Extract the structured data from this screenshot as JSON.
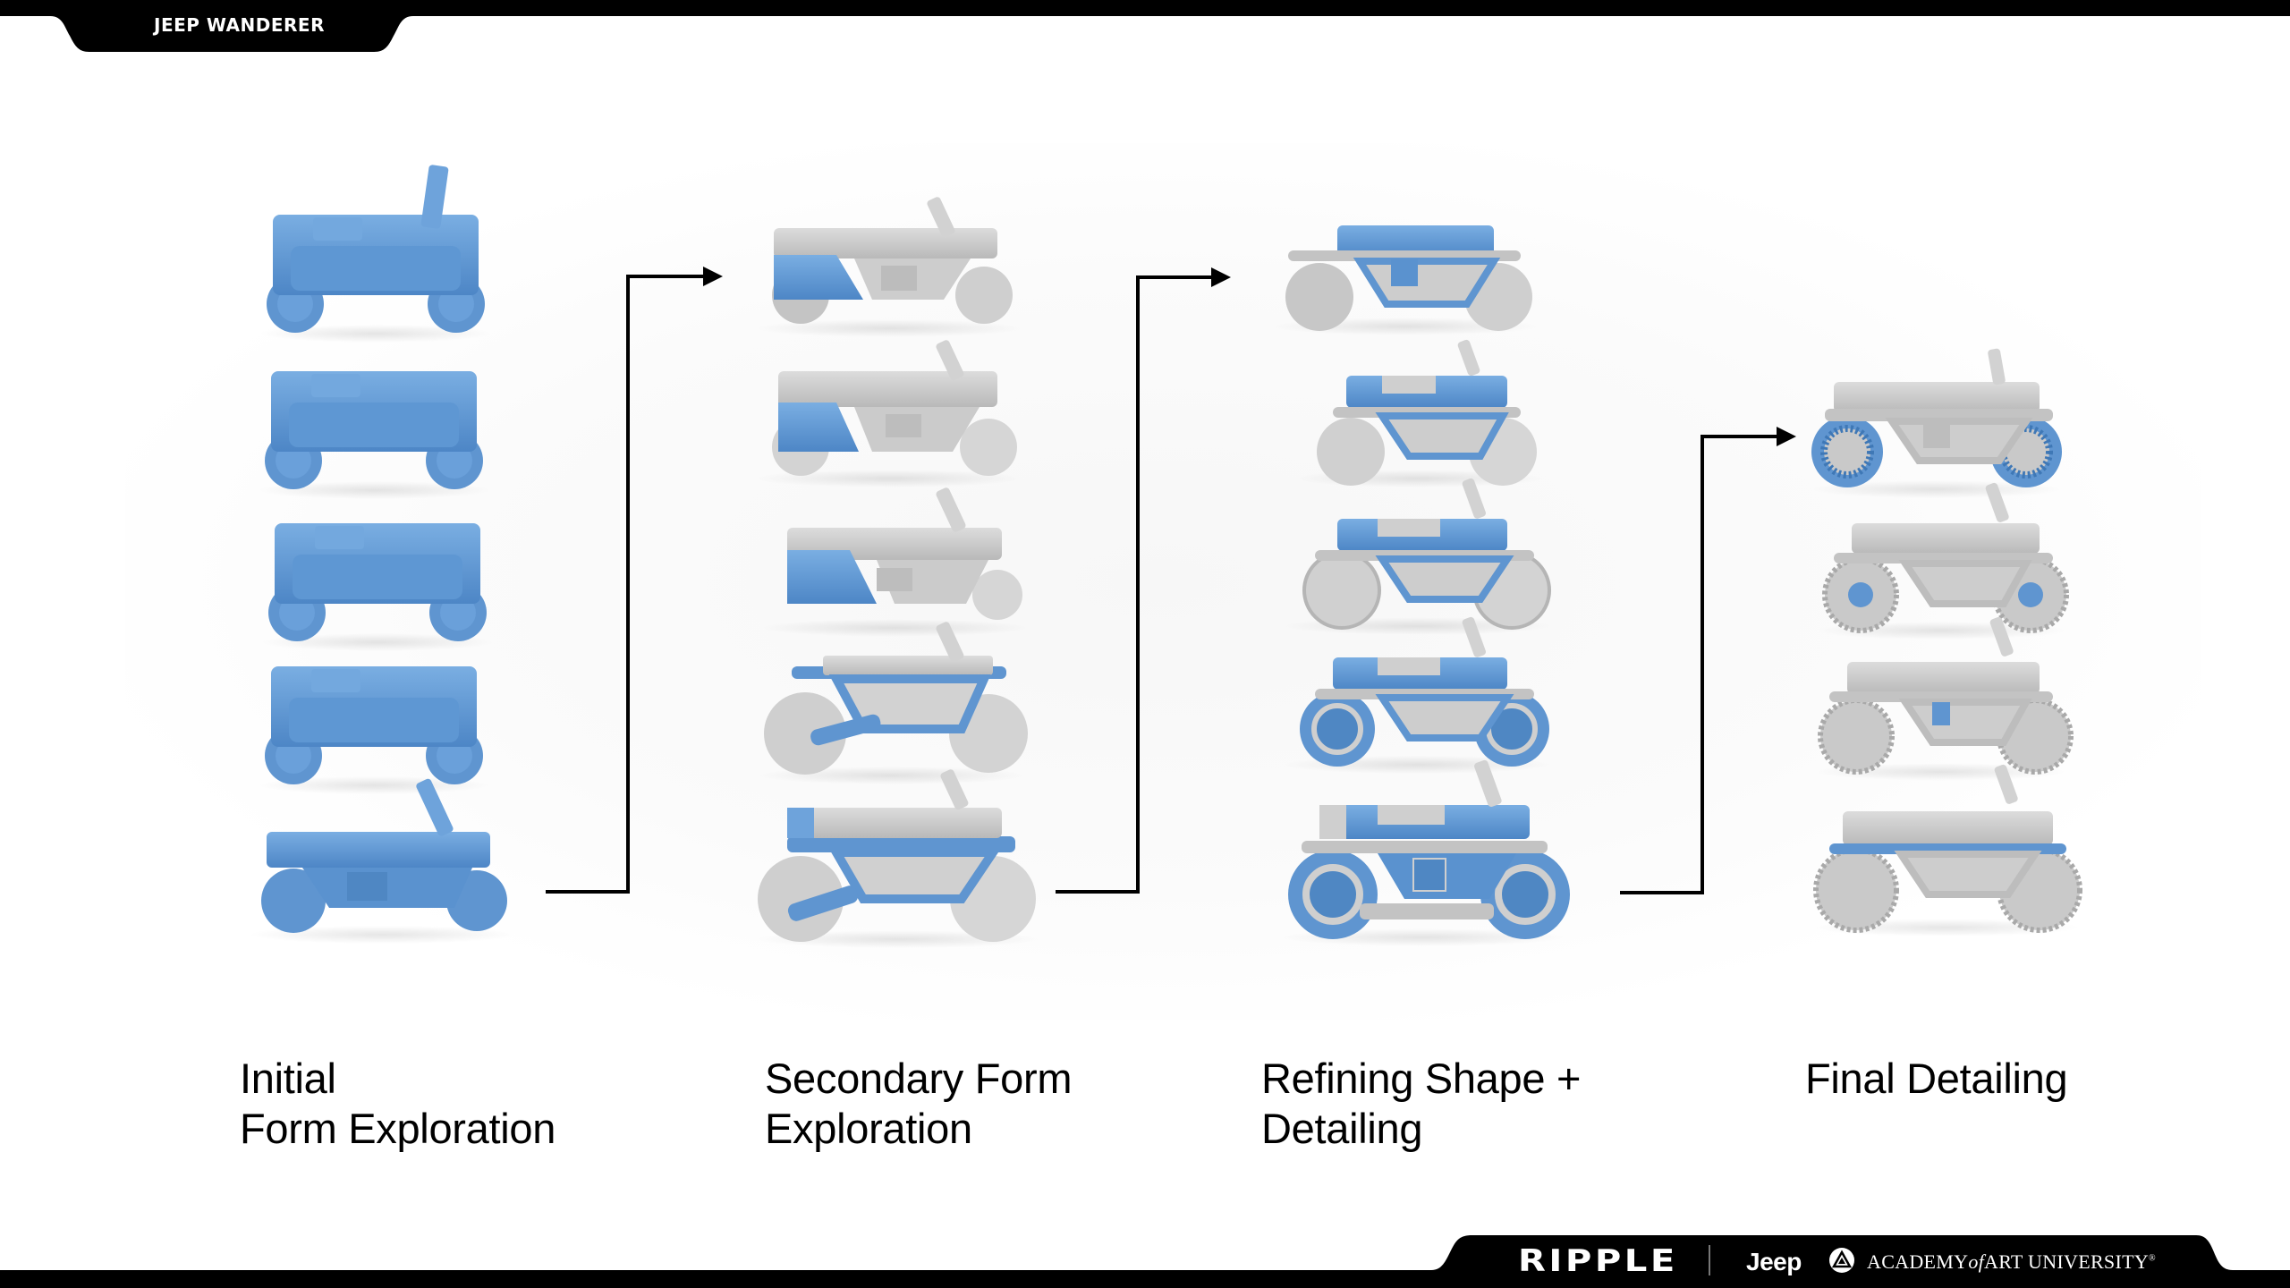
{
  "header": {
    "title": "JEEP WANDERER"
  },
  "stages": [
    {
      "label_lines": [
        "Initial",
        "Form Exploration"
      ],
      "model_count": 5
    },
    {
      "label_lines": [
        "Secondary Form",
        "Exploration"
      ],
      "model_count": 5
    },
    {
      "label_lines": [
        "Refining Shape +",
        "Detailing"
      ],
      "model_count": 5
    },
    {
      "label_lines": [
        "Final Detailing"
      ],
      "model_count": 4
    }
  ],
  "footer": {
    "brands": [
      "RIPPLE",
      "Jeep"
    ],
    "university": {
      "prefix": "ACADEMY",
      "connector": "of",
      "suffix": "ART UNIVERSITY",
      "mark": "®"
    }
  },
  "colors": {
    "accent_blue": "#5b93d1",
    "model_gray": "#c9c9c9",
    "bar_black": "#000000",
    "text": "#000000"
  }
}
